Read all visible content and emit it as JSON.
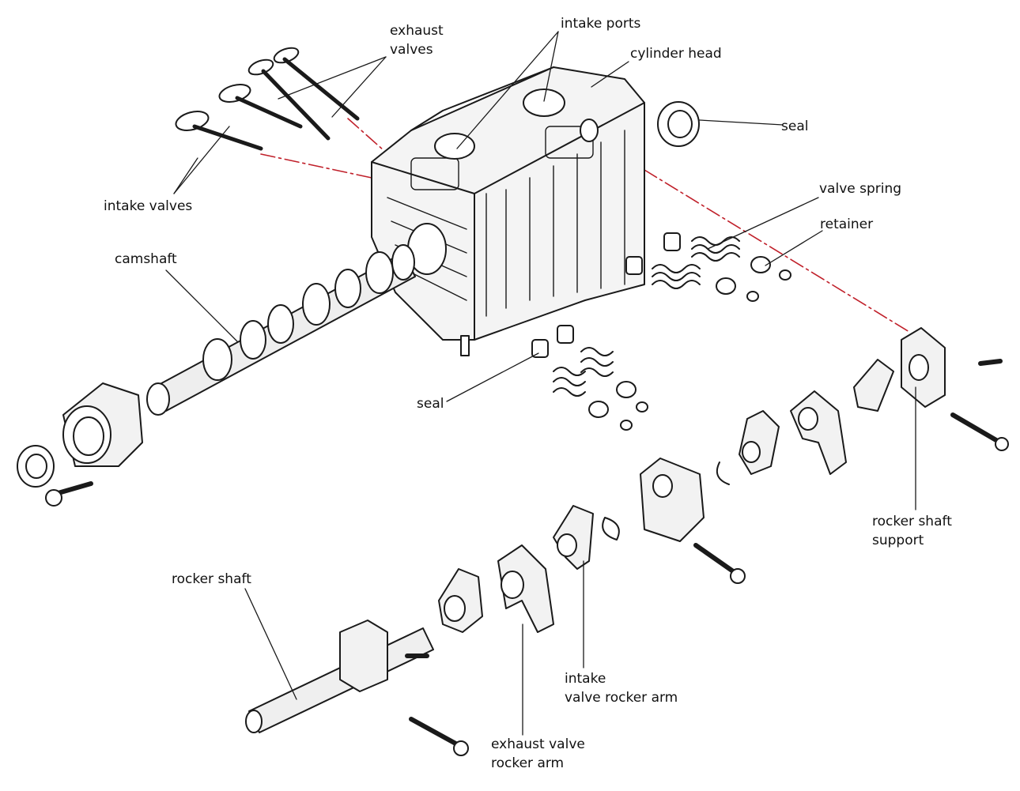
{
  "labels": {
    "exhaust_valves": [
      "exhaust",
      "valves"
    ],
    "intake_ports": "intake ports",
    "cylinder_head": "cylinder head",
    "seal_top": "seal",
    "intake_valves": "intake valves",
    "camshaft": "camshaft",
    "valve_spring": "valve spring",
    "retainer": "retainer",
    "seal_mid": "seal",
    "rocker_shaft_support": [
      "rocker shaft",
      "support"
    ],
    "rocker_shaft": "rocker shaft",
    "intake_valve_rocker_arm": [
      "intake",
      "valve rocker arm"
    ],
    "exhaust_valve_rocker_arm": [
      "exhaust valve",
      "rocker arm"
    ]
  },
  "colors": {
    "ink": "#1a1a1a",
    "centerline": "#c0202a",
    "bleed_text": "#d5d5d5"
  }
}
